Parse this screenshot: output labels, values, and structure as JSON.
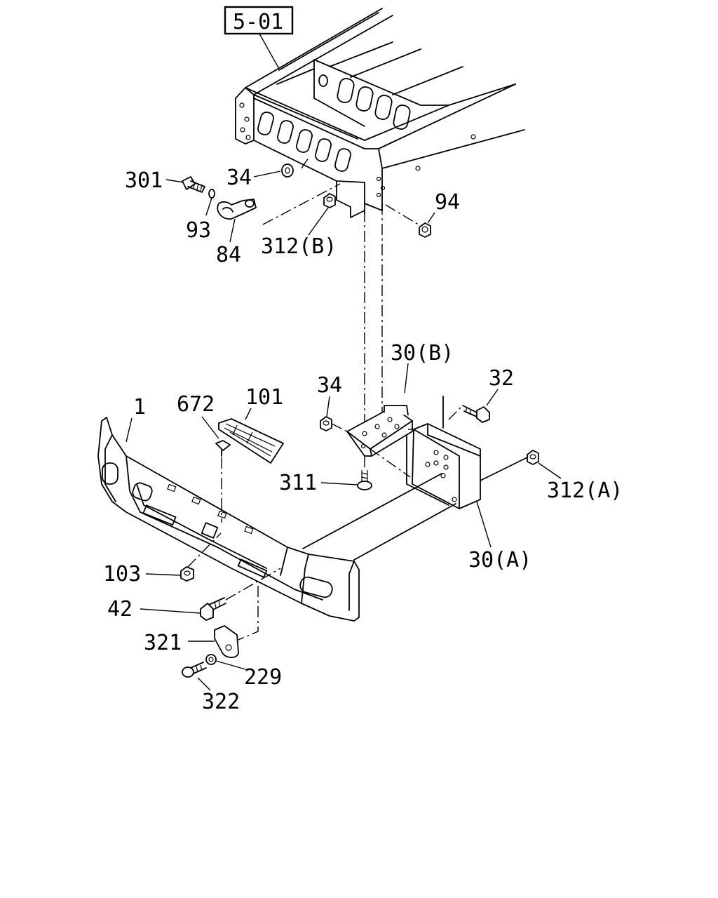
{
  "reference": "5-01",
  "labels": {
    "p301": "301",
    "p34a": "34",
    "p94": "94",
    "p93": "93",
    "p84": "84",
    "p312b": "312(B)",
    "p30b": "30(B)",
    "p34b": "34",
    "p32": "32",
    "p1": "1",
    "p672": "672",
    "p101": "101",
    "p311": "311",
    "p312a": "312(A)",
    "p30a": "30(A)",
    "p103": "103",
    "p42": "42",
    "p321": "321",
    "p229": "229",
    "p322": "322"
  }
}
